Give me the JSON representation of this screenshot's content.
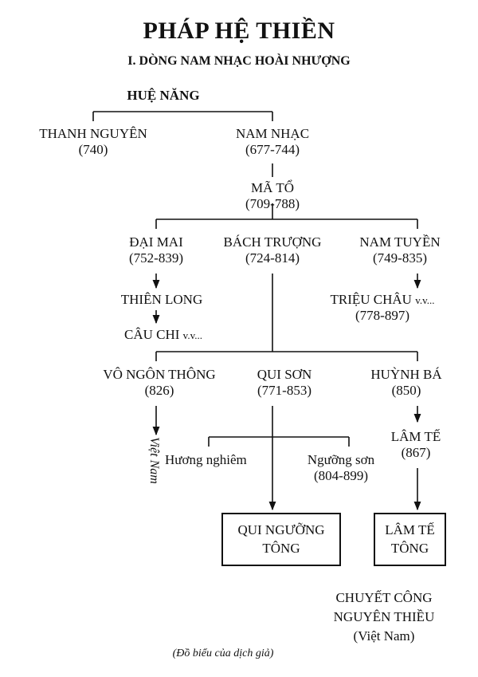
{
  "title": "PHÁP HỆ THIỀN",
  "subtitle": "I. DÒNG NAM NHẠC HOÀI NHƯỢNG",
  "nodes": {
    "hue_nang": {
      "name": "HUỆ NĂNG"
    },
    "thanh_nguyen": {
      "name": "THANH NGUYÊN",
      "years": "(740)"
    },
    "nam_nhac": {
      "name": "NAM NHẠC",
      "years": "(677-744)"
    },
    "ma_to": {
      "name": "MÃ TỔ",
      "years": "(709-788)"
    },
    "dai_mai": {
      "name": "ĐẠI MAI",
      "years": "(752-839)"
    },
    "bach_truong": {
      "name": "BÁCH TRƯỢNG",
      "years": "(724-814)"
    },
    "nam_tuyen": {
      "name": "NAM TUYỀN",
      "years": "(749-835)"
    },
    "thien_long": {
      "name": "THIÊN LONG"
    },
    "cau_chi": {
      "name": "CÂU CHI",
      "suffix": "v.v..."
    },
    "trieu_chau": {
      "name": "TRIỆU CHÂU",
      "suffix": "v.v...",
      "years": "(778-897)"
    },
    "vo_ngon_thong": {
      "name": "VÔ NGÔN THÔNG",
      "years": "(826)"
    },
    "qui_son": {
      "name": "QUI SƠN",
      "years": "(771-853)"
    },
    "huynh_ba": {
      "name": "HUỲNH BÁ",
      "years": "(850)"
    },
    "lam_te": {
      "name": "LÂM TẾ",
      "years": "(867)"
    },
    "huong_nghiem": {
      "name": "Hương nghiêm"
    },
    "nguong_son": {
      "name": "Ngưỡng sơn",
      "years": "(804-899)"
    },
    "viet_nam_vertical": "Việt Nam",
    "qui_nguong_tong": {
      "line1": "QUI NGƯỠNG",
      "line2": "TÔNG"
    },
    "lam_te_tong": {
      "line1": "LÂM TẾ",
      "line2": "TÔNG"
    },
    "chuyet_cong": {
      "line1": "CHUYẾT CÔNG",
      "line2": "NGUYÊN THIỀU",
      "line3": "(Việt Nam)"
    }
  },
  "caption": "(Đồ biểu của dịch giả)"
}
